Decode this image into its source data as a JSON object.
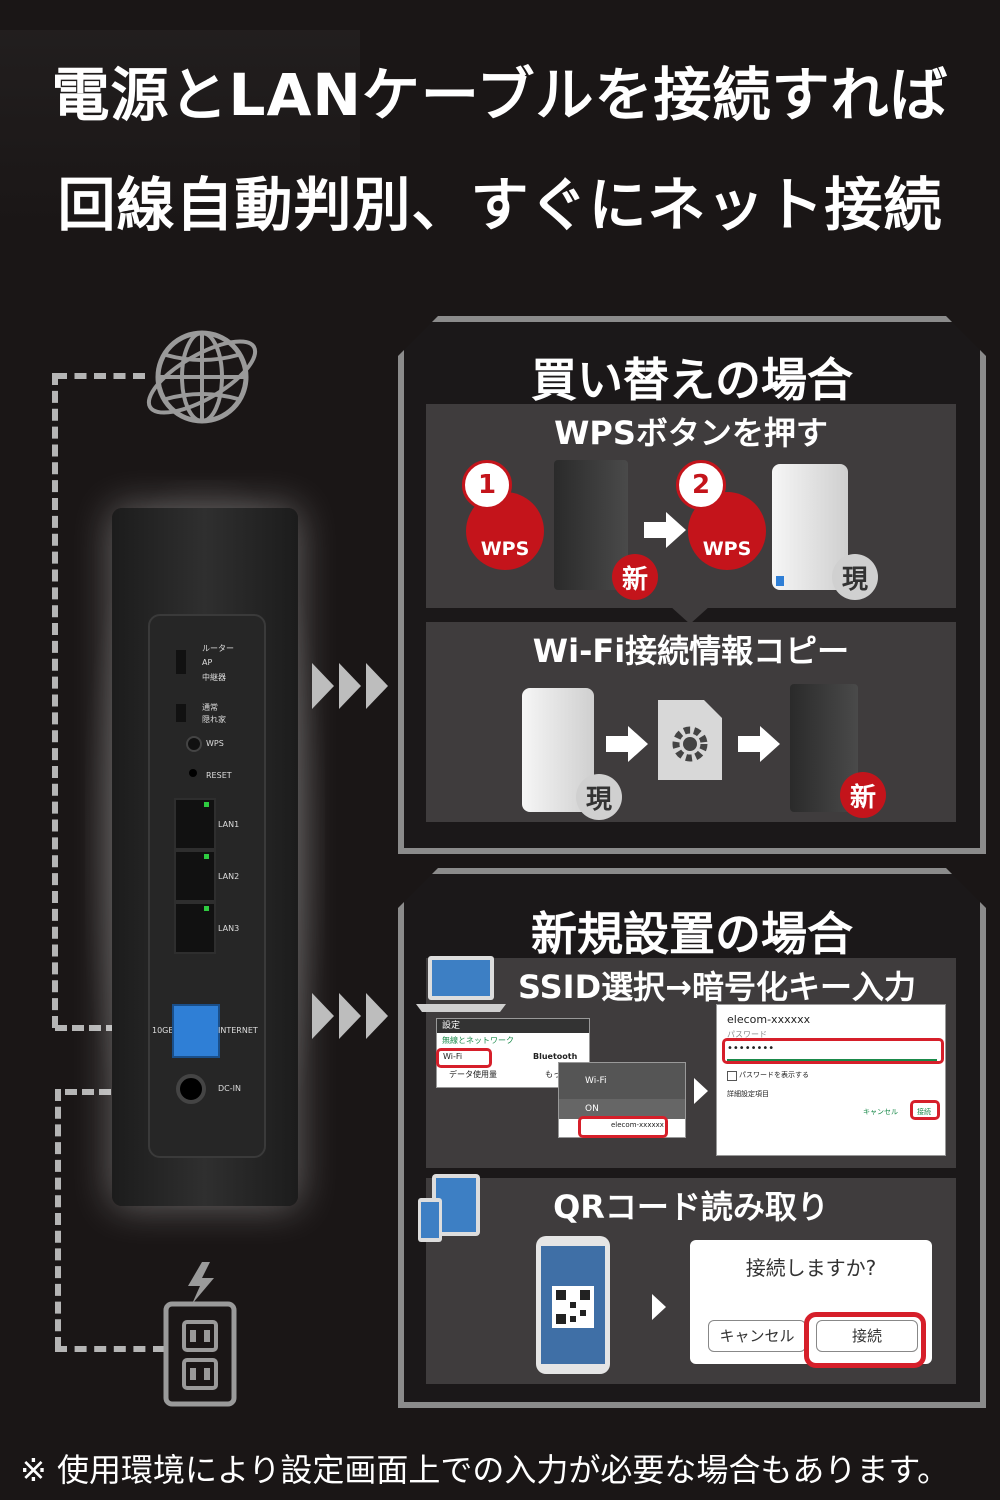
{
  "headline": {
    "line1": "電源とLANケーブルを接続すれば",
    "line2": "回線自動判別、すぐにネット接続"
  },
  "device_labels": {
    "mode_router": "ルーター",
    "mode_ap": "AP",
    "mode_repeater": "中継器",
    "led_normal": "通常",
    "led_off": "隠れ家",
    "wps": "WPS",
    "reset": "RESET",
    "lan1": "LAN1",
    "lan2": "LAN2",
    "lan3": "LAN3",
    "port_10ge": "10GE",
    "internet": "INTERNET",
    "dc_in": "DC-IN"
  },
  "replacement": {
    "title": "買い替えの場合",
    "wps_section": {
      "title": "WPSボタンを押す",
      "step1": "1",
      "step2": "2",
      "wps1": "WPS",
      "wps2": "WPS",
      "new_badge": "新",
      "current_badge": "現"
    },
    "copy_section": {
      "title": "Wi-Fi接続情報コピー",
      "current_badge": "現",
      "new_badge": "新"
    }
  },
  "new_install": {
    "title": "新規設置の場合",
    "ssid_section": {
      "title": "SSID選択→暗号化キー入力",
      "settings_screen": {
        "header": "設定",
        "category": "無線とネットワーク",
        "wifi": "Wi-Fi",
        "bluetooth": "Bluetooth",
        "data_usage": "データ使用量",
        "more": "もっ"
      },
      "wifi_screen": {
        "header": "Wi-Fi",
        "on": "ON",
        "ssid": "elecom-xxxxxx"
      },
      "password_screen": {
        "ssid": "elecom-xxxxxx",
        "password_label": "パスワード",
        "password_value": "••••••••",
        "show_password": "パスワードを表示する",
        "advanced": "詳細設定項目",
        "cancel": "キャンセル",
        "connect": "接続"
      }
    },
    "qr_section": {
      "title": "QRコード読み取り",
      "dialog_question": "接続しますか?",
      "cancel": "キャンセル",
      "connect": "接続"
    }
  },
  "footer": "※ 使用環境により設定画面上での入力が必要な場合もあります。",
  "colors": {
    "accent_red": "#c4141b",
    "panel_border": "#8b8b8b",
    "background": "#1a1616"
  },
  "icons": [
    "globe-icon",
    "power-outlet-icon",
    "laptop-icon",
    "tablet-icon",
    "gear-icon",
    "chevron-right-icon"
  ]
}
